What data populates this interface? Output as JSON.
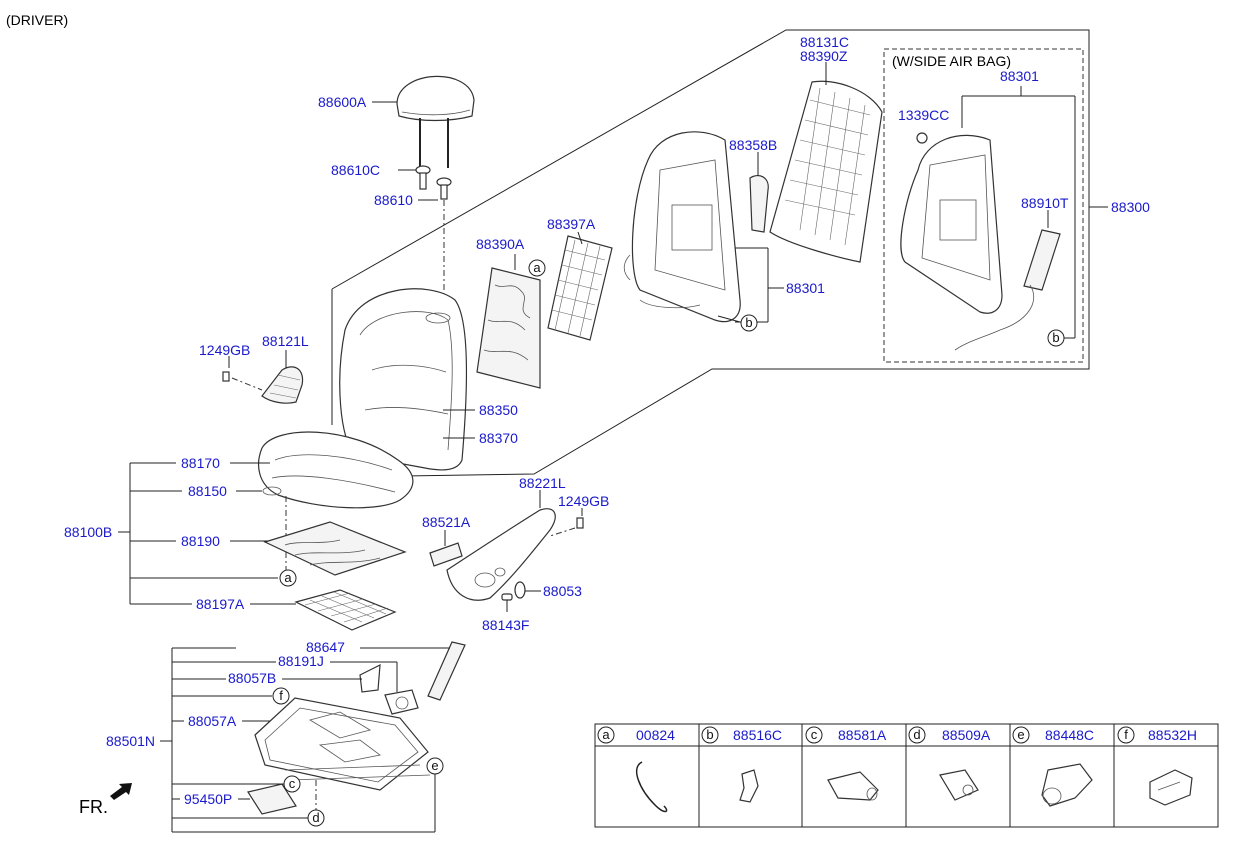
{
  "header": {
    "title": "(DRIVER)",
    "airbag_box_title": "(W/SIDE AIR BAG)",
    "front_indicator": "FR."
  },
  "labels": {
    "p88600A": "88600A",
    "p88610C": "88610C",
    "p88610": "88610",
    "p88390A": "88390A",
    "p88397A": "88397A",
    "p88358B": "88358B",
    "p88131C": "88131C",
    "p88390Z": "88390Z",
    "p88301_top": "88301",
    "p1339CC": "1339CC",
    "p88910T": "88910T",
    "p88300": "88300",
    "p88301_mid": "88301",
    "p1249GB_left": "1249GB",
    "p88121L": "88121L",
    "p88350": "88350",
    "p88370": "88370",
    "p88170": "88170",
    "p88150": "88150",
    "p88100B": "88100B",
    "p88190": "88190",
    "p88197A": "88197A",
    "p88221L": "88221L",
    "p1249GB_right": "1249GB",
    "p88521A": "88521A",
    "p88053": "88053",
    "p88143F": "88143F",
    "p88647": "88647",
    "p88191J": "88191J",
    "p88057B": "88057B",
    "p88057A": "88057A",
    "p88501N": "88501N",
    "p95450P": "95450P"
  },
  "callouts": {
    "a": "a",
    "b": "b",
    "c": "c",
    "d": "d",
    "e": "e",
    "f": "f"
  },
  "legend": [
    {
      "letter": "a",
      "part": "00824"
    },
    {
      "letter": "b",
      "part": "88516C"
    },
    {
      "letter": "c",
      "part": "88581A"
    },
    {
      "letter": "d",
      "part": "88509A"
    },
    {
      "letter": "e",
      "part": "88448C"
    },
    {
      "letter": "f",
      "part": "88532H"
    }
  ]
}
